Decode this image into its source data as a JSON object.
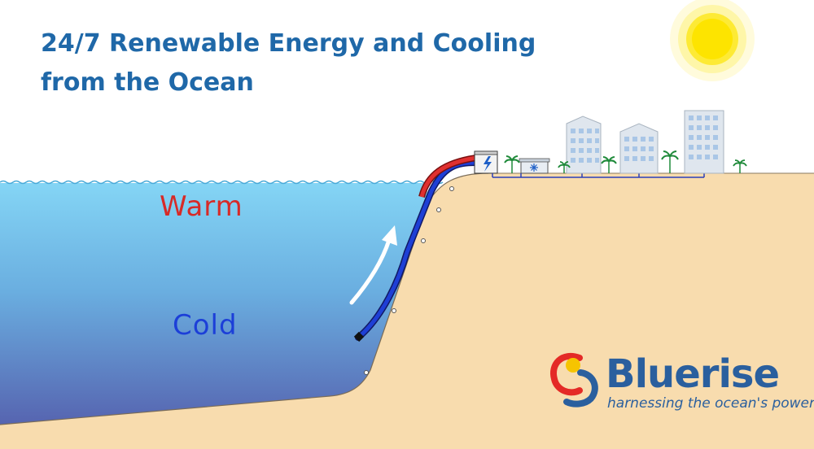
{
  "title": {
    "line1": "24/7 Renewable Energy and Cooling",
    "line2": "from the Ocean"
  },
  "labels": {
    "warm": "Warm",
    "cold": "Cold"
  },
  "brand": {
    "name": "Bluerise",
    "tagline": "harnessing the ocean's power"
  },
  "icons": {
    "power_plant": "lightning-bolt-icon",
    "cooling_station": "snowflake-icon"
  },
  "colors": {
    "title": "#1f68a8",
    "warm": "#d72a27",
    "cold": "#1c3fd8",
    "ocean_top": "#82d3f3",
    "ocean_bottom": "#5a6fb5",
    "sand": "#f8dcae",
    "sun": "#fde800",
    "brand": "#2a5f9e"
  }
}
